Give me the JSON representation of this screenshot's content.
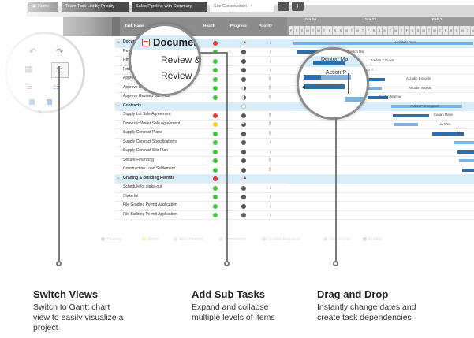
{
  "tabs": {
    "home": "Home",
    "items": [
      "Team Task List by Priority",
      "Sales Pipeline with Summary",
      "Site Construction"
    ],
    "close": "×",
    "more": "···",
    "add": "+"
  },
  "columns": {
    "task_name": "Task Name",
    "health": "Health",
    "progress": "Progress",
    "priority": "Priority"
  },
  "gantt": {
    "weeks": [
      "Jan 16",
      "Jan 23",
      "Feb 1"
    ],
    "days": [
      "F",
      "S",
      "S",
      "M",
      "T",
      "W",
      "T",
      "F",
      "S",
      "S",
      "M",
      "T",
      "W",
      "T",
      "F",
      "S",
      "S",
      "M",
      "T",
      "W",
      "T",
      "F",
      "S",
      "S",
      "M",
      "T",
      "W",
      "T",
      "F",
      "S",
      "S",
      "M",
      "T",
      "W"
    ],
    "labels": [
      "Architect Dunn",
      "Denton Ma",
      "Jordan T Guest",
      "Action P",
      "Arzadin Ensuels",
      "Arzadin Woods",
      "Denton Marlow",
      "Action P. Sheppard",
      "Cenan Marie",
      "Lin Wee",
      "Mar"
    ]
  },
  "rows": [
    {
      "name": "Document",
      "section": true,
      "health": "red",
      "progress": "quarter",
      "priority": "low"
    },
    {
      "name": "Review",
      "health": "green",
      "progress": "full",
      "priority": "low"
    },
    {
      "name": "Review",
      "health": "green",
      "progress": "full",
      "priority": "low"
    },
    {
      "name": "Print Construction Drawings",
      "health": "green",
      "progress": "full",
      "priority": "low"
    },
    {
      "name": "Approve Revised Plans",
      "health": "green",
      "progress": "full",
      "priority": "high"
    },
    {
      "name": "Approve Revised Specifications",
      "health": "green",
      "progress": "half",
      "priority": "high"
    },
    {
      "name": "Approve Revised Site Plan",
      "health": "green",
      "progress": "half",
      "priority": "high"
    },
    {
      "name": "Contracts",
      "section": true,
      "health": "none",
      "progress": "empty",
      "priority": "none"
    },
    {
      "name": "Supply Lot Sale Agreement",
      "health": "red",
      "progress": "full",
      "priority": "high"
    },
    {
      "name": "Domestic Water Sale Agreement",
      "health": "yellow",
      "progress": "threequarter",
      "priority": "high"
    },
    {
      "name": "Supply Contract Plans",
      "health": "green",
      "progress": "full",
      "priority": "high"
    },
    {
      "name": "Supply Contract Specifications",
      "health": "green",
      "progress": "full",
      "priority": "low"
    },
    {
      "name": "Supply Contract Site Plan",
      "health": "green",
      "progress": "full",
      "priority": "low"
    },
    {
      "name": "Secure Financing",
      "health": "green",
      "progress": "full",
      "priority": "high"
    },
    {
      "name": "Construction Loan Settlement",
      "health": "green",
      "progress": "full",
      "priority": "high"
    },
    {
      "name": "Grading & Building Permits",
      "section": true,
      "health": "red",
      "progress": "quarter",
      "priority": "none"
    },
    {
      "name": "Schedule lot stake-out",
      "health": "green",
      "progress": "full",
      "priority": "low"
    },
    {
      "name": "Stake lot",
      "health": "green",
      "progress": "full",
      "priority": "low"
    },
    {
      "name": "File Grading Permit Application",
      "health": "green",
      "progress": "full",
      "priority": "low"
    },
    {
      "name": "File Building Permit Application",
      "health": "green",
      "progress": "full",
      "priority": "low"
    }
  ],
  "toolbar": {
    "items": [
      "Sharing",
      "Alerts",
      "Attachments",
      "Comments",
      "Update Requests",
      "Web Forms",
      "Publish"
    ]
  },
  "magnifier": {
    "collapse": "−",
    "section": "Document",
    "sub1": "Review &",
    "sub2": "Review"
  },
  "drag": {
    "label1": "Denton Ma",
    "label2": "Action P"
  },
  "features": [
    {
      "title": "Switch Views",
      "desc": "Switch to Gantt chart view to easily visualize a project"
    },
    {
      "title": "Add Sub Tasks",
      "desc": "Expand and collapse multiple levels of items"
    },
    {
      "title": "Drag and Drop",
      "desc": "Instantly change dates and create task dependencies"
    }
  ],
  "colors": {
    "red": "#e03a3a",
    "green": "#3ec83e",
    "yellow": "#f2d21b",
    "bar": "#2f6fa8",
    "section": "#d7eefa",
    "priority_high": "#e03a3a",
    "priority_low": "#3a86d6"
  }
}
